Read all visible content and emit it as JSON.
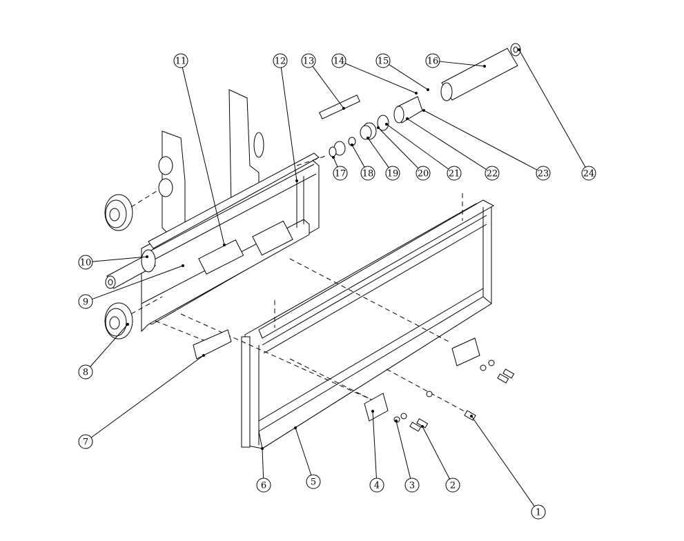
{
  "drawing": {
    "type": "exploded assembly drawing",
    "callouts": [
      "1",
      "2",
      "3",
      "4",
      "5",
      "6",
      "7",
      "8",
      "9",
      "10",
      "11",
      "12",
      "13",
      "14",
      "15",
      "16",
      "17",
      "18",
      "19",
      "20",
      "21",
      "22",
      "23",
      "24"
    ]
  }
}
